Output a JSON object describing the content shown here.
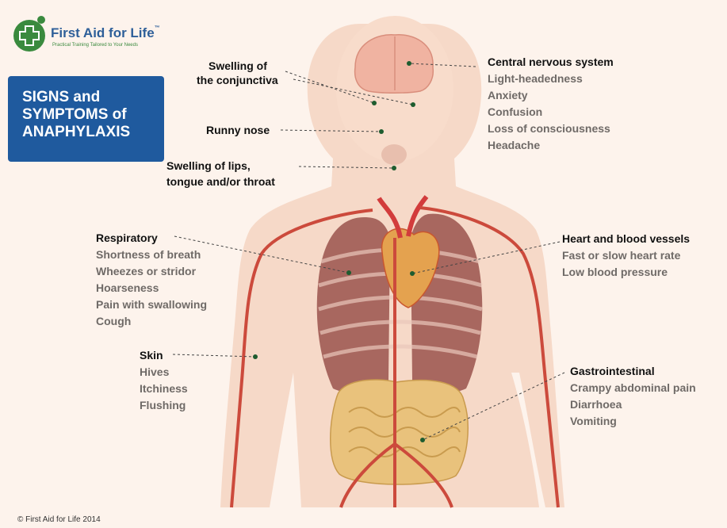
{
  "brand": {
    "name": "First Aid for Life",
    "trademark": "™",
    "tagline": "Practical Training Tailored to Your Needs"
  },
  "title": {
    "line1": "SIGNS and",
    "line2": "SYMPTOMS of",
    "line3": "ANAPHYLAXIS"
  },
  "labels": {
    "conjunctiva": [
      "Swelling of",
      "the conjunctiva"
    ],
    "runny_nose": "Runny nose",
    "lips": [
      "Swelling of lips,",
      "tongue and/or throat"
    ]
  },
  "groups": {
    "cns": {
      "heading": "Central nervous system",
      "items": [
        "Light-headedness",
        "Anxiety",
        "Confusion",
        "Loss of consciousness",
        "Headache"
      ]
    },
    "respiratory": {
      "heading": "Respiratory",
      "items": [
        "Shortness of breath",
        "Wheezes or stridor",
        "Hoarseness",
        "Pain with swallowing",
        "Cough"
      ]
    },
    "heart": {
      "heading": "Heart and blood vessels",
      "items": [
        "Fast or slow heart rate",
        "Low blood pressure"
      ]
    },
    "skin": {
      "heading": "Skin",
      "items": [
        "Hives",
        "Itchiness",
        "Flushing"
      ]
    },
    "gastro": {
      "heading": "Gastrointestinal",
      "items": [
        "Crampy abdominal pain",
        "Diarrhoea",
        "Vomiting"
      ]
    }
  },
  "footer": "© First Aid for Life 2014",
  "colors": {
    "title_box": "#1f5a9e",
    "skin": "#f5d5c2",
    "background": "#fdf3ec",
    "vessel": "#cc4a3c",
    "lung": "#a8675f",
    "brain": "#f2b5a4",
    "intestine": "#e8c17a",
    "leader_line": "#444444",
    "symptom_text": "#6f6a67"
  }
}
